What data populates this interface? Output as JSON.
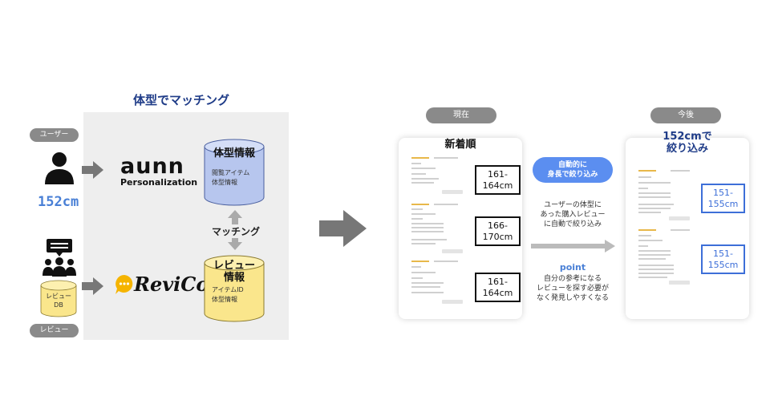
{
  "left": {
    "title": "体型でマッチング",
    "user_pill": "ユーザー",
    "review_pill": "レビュー",
    "height_value": "152cm",
    "db_label": "レビュー\nDB",
    "aunn_logo": "aunn",
    "aunn_sub": "Personalization",
    "revico_logo": "ReviCo",
    "body_db": {
      "title": "体型情報",
      "items": [
        "閲覧アイテム",
        "体型情報"
      ]
    },
    "matching_label": "マッチング",
    "review_db": {
      "title": "レビュー\n情報",
      "items": [
        "アイテムID",
        "体型情報"
      ]
    }
  },
  "current": {
    "pill": "現在",
    "title": "新着順",
    "heights": [
      "161-\n164cm",
      "166-\n170cm",
      "161-\n164cm"
    ]
  },
  "middle": {
    "badge": "自動的に\n身長で絞り込み",
    "desc": "ユーザーの体型に\nあった購入レビュー\nに自動で絞り込み",
    "point_title": "point",
    "point_desc": "自分の参考になる\nレビューを探す必要が\nなく発見しやすくなる"
  },
  "future": {
    "pill": "今後",
    "title": "152cmで\n絞り込み",
    "heights": [
      "151-\n155cm",
      "151-\n155cm"
    ]
  },
  "colors": {
    "navy": "#1f3c88",
    "blue_text": "#4a80d6",
    "badge_blue": "#5b8ef0",
    "box_blue": "#3d6fd8",
    "cyl_blue": "#b7c6ee",
    "cyl_yellow": "#fae68c",
    "arrow_gray": "#777777"
  }
}
